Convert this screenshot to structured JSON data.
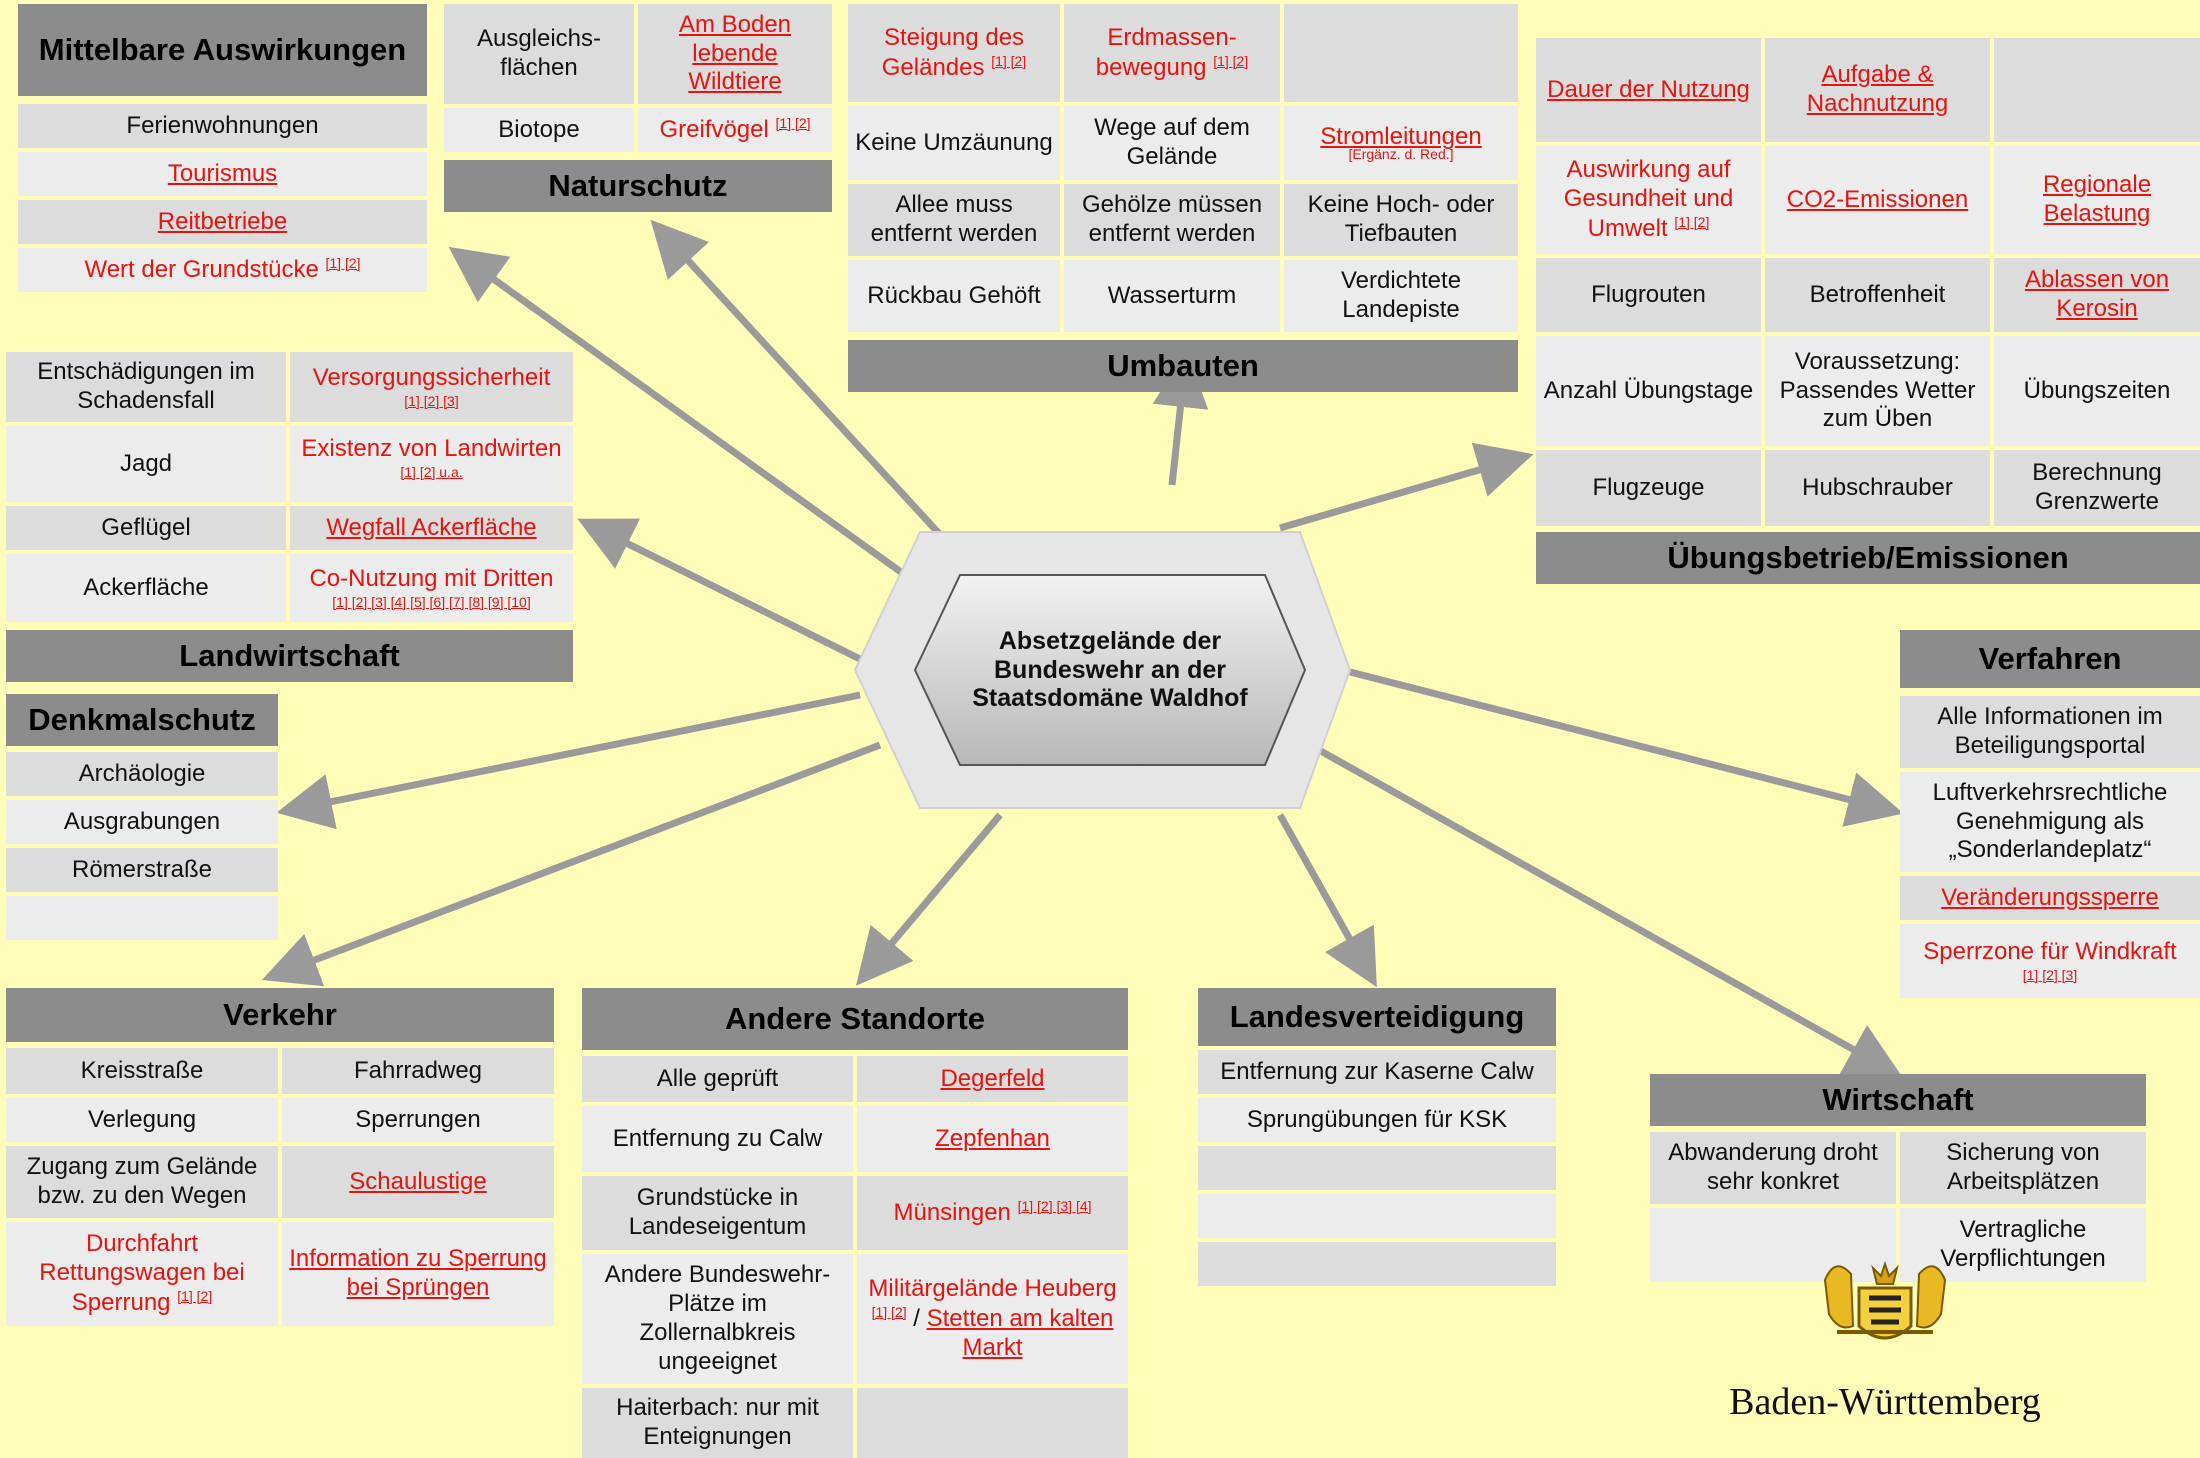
{
  "center": "Absetzgelände der Bundeswehr an der Staatsdomäne Waldhof",
  "logo_text": "Baden-Württemberg",
  "colors": {
    "background": "#fffdb8",
    "header": "#8c8c8c",
    "cell": "#dcdcdc",
    "cell_alt": "#ececec",
    "link": "#e8130f",
    "arrow": "#9a9a9a"
  },
  "mittelbare": {
    "title": "Mittelbare Auswirkungen",
    "rows": [
      "Ferienwohnungen",
      "Tourismus",
      "Reitbetriebe",
      "Wert der Grundstücke"
    ],
    "refs": "[1] [2]"
  },
  "naturschutz": {
    "title": "Naturschutz",
    "c1": "Ausgleichs-flächen",
    "c2": "Am Boden lebende Wildtiere",
    "c3": "Biotope",
    "c4": "Greifvögel",
    "refs": "[1] [2]"
  },
  "umbauten": {
    "title": "Umbauten",
    "r1": [
      "Steigung des Geländes",
      "Erdmassen-bewegung",
      ""
    ],
    "r2": [
      "Keine Umzäunung",
      "Wege auf dem Gelände",
      "Stromleitungen"
    ],
    "r2_note": "[Ergänz. d. Red.]",
    "r3": [
      "Allee muss entfernt werden",
      "Gehölze müssen entfernt werden",
      "Keine Hoch- oder Tiefbauten"
    ],
    "r4": [
      "Rückbau Gehöft",
      "Wasserturm",
      "Verdichtete Landepiste"
    ],
    "refs": "[1] [2]"
  },
  "uebung": {
    "title": "Übungsbetrieb/Emissionen",
    "r1": [
      "Dauer der Nutzung",
      "Aufgabe & Nachnutzung",
      ""
    ],
    "r2": [
      "Auswirkung auf Gesundheit und Umwelt",
      "CO2-Emissionen",
      "Regionale Belastung"
    ],
    "r3": [
      "Flugrouten",
      "Betroffenheit",
      "Ablassen von Kerosin"
    ],
    "r4": [
      "Anzahl Übungstage",
      "Voraussetzung: Passendes Wetter zum Üben",
      "Übungszeiten"
    ],
    "r5": [
      "Flugzeuge",
      "Hubschrauber",
      "Berechnung Grenzwerte"
    ],
    "refs": "[1] [2]"
  },
  "landwirtschaft": {
    "title": "Landwirtschaft",
    "r1": [
      "Entschädigungen im Schadensfall",
      "Versorgungssicherheit"
    ],
    "r1_refs": "[1] [2] [3]",
    "r2": [
      "Jagd",
      "Existenz von Landwirten"
    ],
    "r2_refs": "[1] [2] u.a.",
    "r3": [
      "Geflügel",
      "Wegfall Ackerfläche"
    ],
    "r4": [
      "Ackerfläche",
      "Co-Nutzung mit Dritten"
    ],
    "r4_refs": "[1] [2] [3] [4] [5] [6] [7] [8] [9] [10]"
  },
  "denkmal": {
    "title": "Denkmalschutz",
    "rows": [
      "Archäologie",
      "Ausgrabungen",
      "Römerstraße",
      ""
    ]
  },
  "verfahren": {
    "title": "Verfahren",
    "rows": [
      "Alle Informationen im Beteiligungsportal",
      "Luftverkehrsrechtliche Genehmigung als „Sonderlandeplatz“",
      "Veränderungssperre",
      "Sperrzone für Windkraft"
    ],
    "refs": "[1] [2] [3]"
  },
  "verkehr": {
    "title": "Verkehr",
    "r1": [
      "Kreisstraße",
      "Fahrradweg"
    ],
    "r2": [
      "Verlegung",
      "Sperrungen"
    ],
    "r3": [
      "Zugang zum Gelände bzw. zu den Wegen",
      "Schaulustige"
    ],
    "r4": [
      "Durchfahrt Rettungswagen bei Sperrung",
      "Information zu Sperrung bei Sprüngen"
    ],
    "refs": "[1] [2]"
  },
  "andere": {
    "title": "Andere Standorte",
    "r1": [
      "Alle geprüft",
      "Degerfeld"
    ],
    "r2": [
      "Entfernung zu Calw",
      "Zepfenhan"
    ],
    "r3": [
      "Grundstücke in Landeseigentum",
      "Münsingen"
    ],
    "r3_refs": "[1] [2] [3] [4]",
    "r4": [
      "Andere Bundeswehr-Plätze im Zollernalbkreis ungeeignet",
      "Militärgelände Heuberg",
      "Stetten am kalten Markt"
    ],
    "r4_refs": "[1] [2]",
    "r5": [
      "Haiterbach: nur mit Enteignungen",
      ""
    ]
  },
  "landesvert": {
    "title": "Landesverteidigung",
    "rows": [
      "Entfernung zur Kaserne Calw",
      "Sprungübungen für KSK",
      "",
      "",
      ""
    ]
  },
  "wirtschaft": {
    "title": "Wirtschaft",
    "r1": [
      "Abwanderung droht sehr konkret",
      "Sicherung von Arbeitsplätzen"
    ],
    "r2": [
      "",
      "Vertragliche Verpflichtungen"
    ]
  }
}
